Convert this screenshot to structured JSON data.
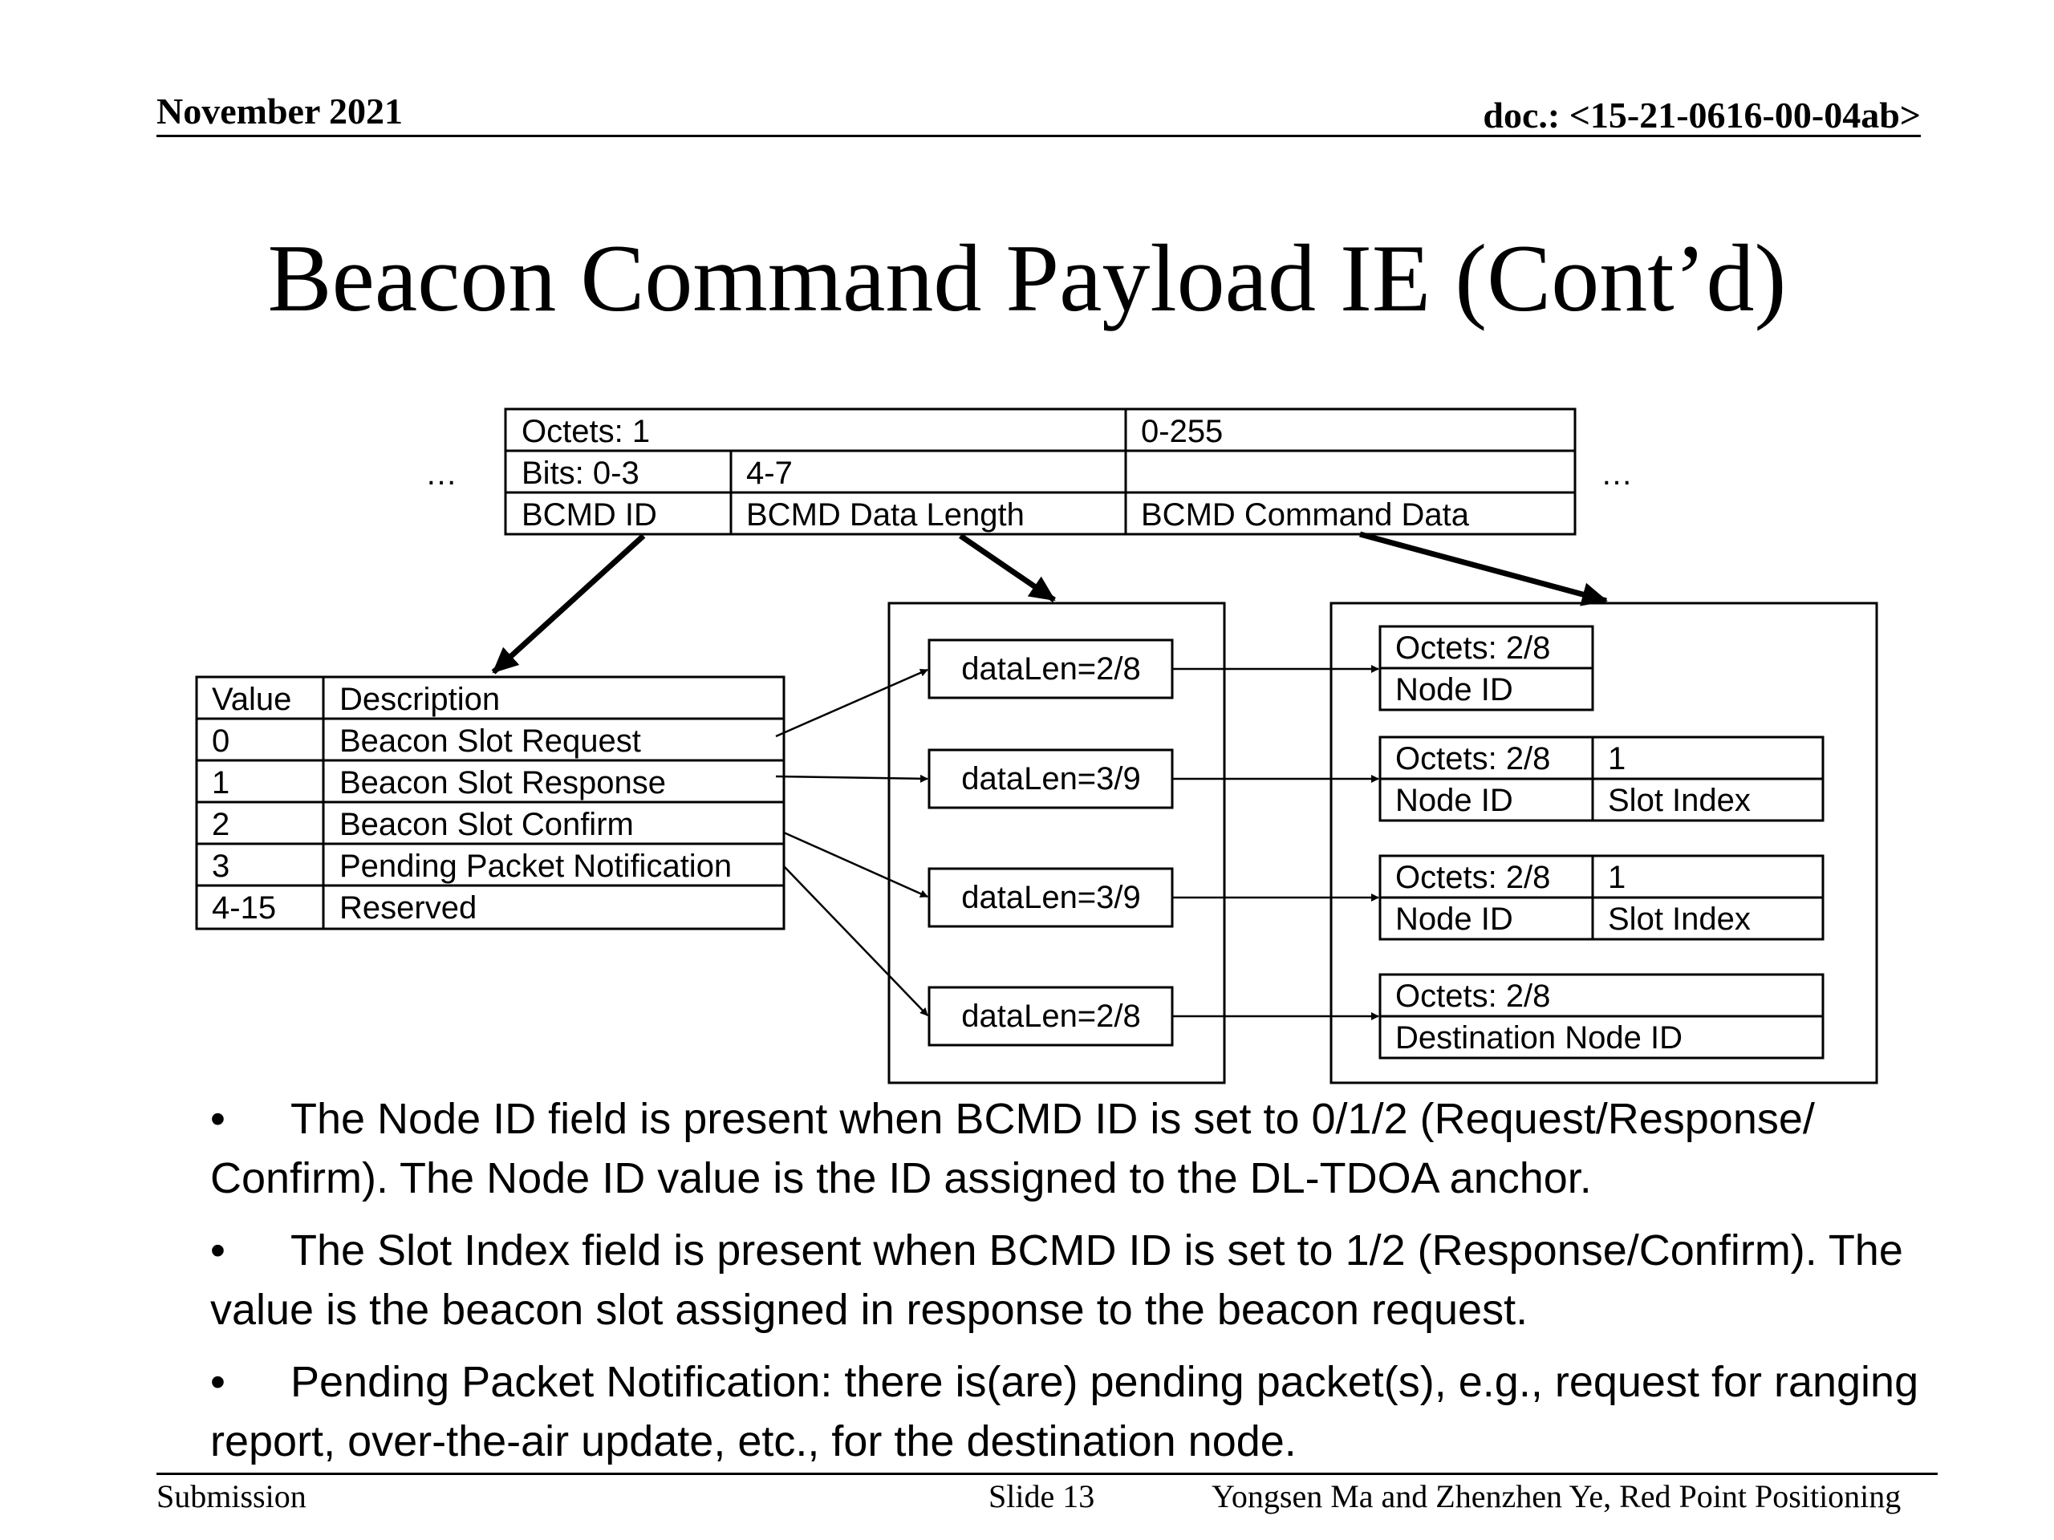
{
  "header": {
    "date": "November 2021",
    "doc": "doc.: <15-21-0616-00-04ab>"
  },
  "title": "Beacon Command Payload IE (Cont’d)",
  "format_table": {
    "ellipsis_left": "…",
    "ellipsis_right": "…",
    "row_octets": [
      "Octets: 1",
      "0-255"
    ],
    "row_bits": [
      "Bits: 0-3",
      "4-7",
      ""
    ],
    "row_fields": [
      "BCMD ID",
      "BCMD Data Length",
      "BCMD Command Data"
    ]
  },
  "value_table": {
    "headers": [
      "Value",
      "Description"
    ],
    "rows": [
      [
        "0",
        "Beacon Slot Request"
      ],
      [
        "1",
        "Beacon Slot Response"
      ],
      [
        "2",
        "Beacon Slot Confirm"
      ],
      [
        "3",
        "Pending Packet Notification"
      ],
      [
        "4-15",
        "Reserved"
      ]
    ]
  },
  "data_lengths": [
    "dataLen=2/8",
    "dataLen=3/9",
    "dataLen=3/9",
    "dataLen=2/8"
  ],
  "command_data": [
    {
      "octets": [
        "Octets: 2/8"
      ],
      "fields": [
        "Node ID"
      ]
    },
    {
      "octets": [
        "Octets: 2/8",
        "1"
      ],
      "fields": [
        "Node ID",
        "Slot Index"
      ]
    },
    {
      "octets": [
        "Octets: 2/8",
        "1"
      ],
      "fields": [
        "Node ID",
        "Slot Index"
      ]
    },
    {
      "octets": [
        "Octets: 2/8"
      ],
      "fields": [
        "Destination Node ID"
      ]
    }
  ],
  "bullets": [
    {
      "dot": "•",
      "text": "The Node ID field is present when BCMD ID is set to 0/1/2 (Request/Response/ Confirm). The Node ID value is the ID assigned to the DL-TDOA anchor."
    },
    {
      "dot": "•",
      "text": "The Slot Index field is present when BCMD ID is set to 1/2 (Response/Confirm). The value is the beacon slot assigned in response to the beacon request."
    },
    {
      "dot": "•",
      "text": "Pending Packet Notification: there is(are) pending packet(s), e.g., request for ranging report, over-the-air update, etc., for the destination node."
    }
  ],
  "footer": {
    "left": "Submission",
    "slide": "Slide 13",
    "authors": "Yongsen Ma and Zhenzhen Ye, Red Point Positioning"
  }
}
